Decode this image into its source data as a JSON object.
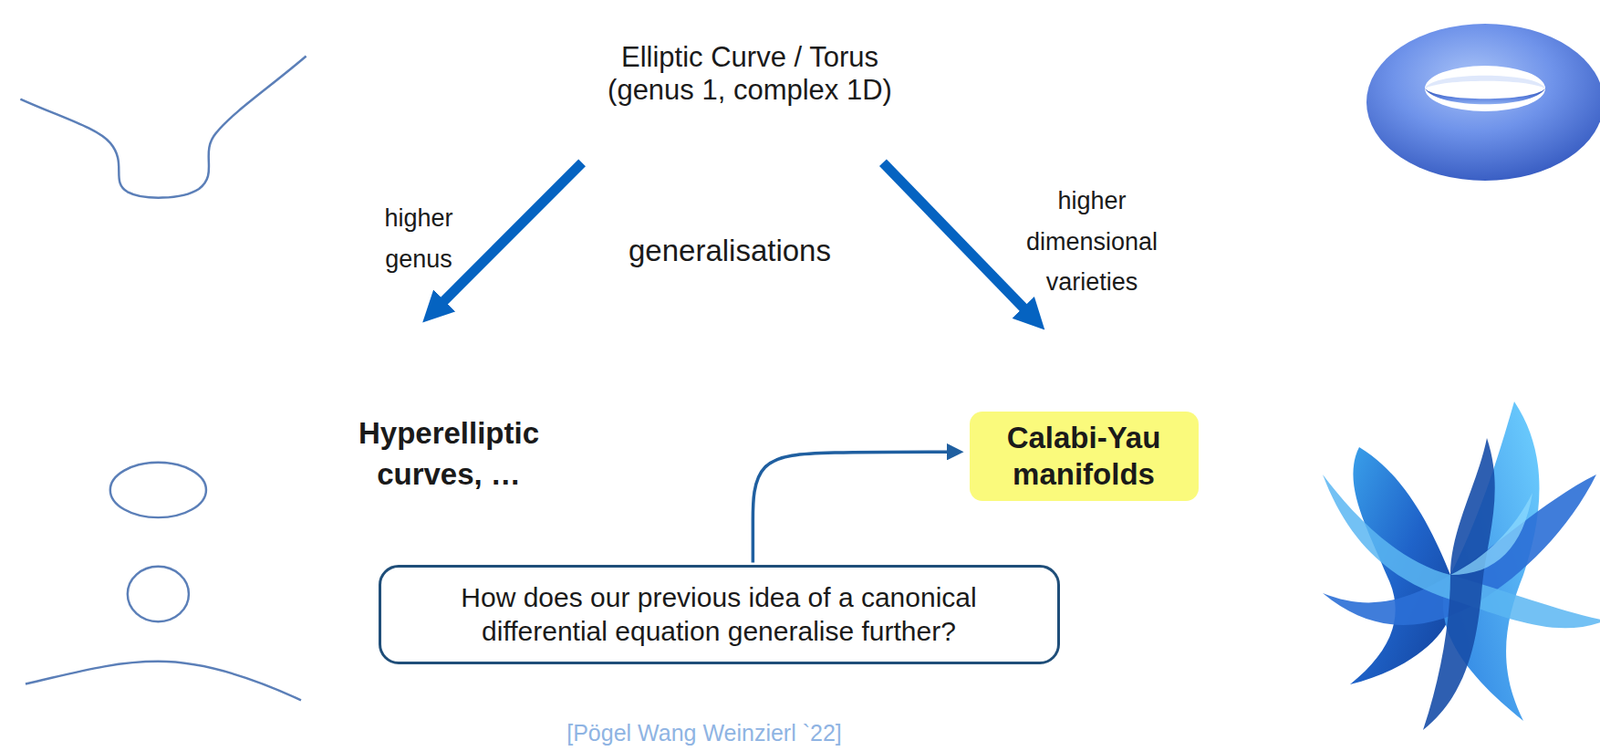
{
  "diagram": {
    "nodes": [
      {
        "text": [
          "Elliptic Curve / Torus",
          "(genus 1, complex 1D)"
        ]
      },
      {
        "text": [
          "Hyperelliptic curves, …"
        ]
      },
      {
        "text": [
          "Calabi-Yau manifolds"
        ]
      },
      {
        "text": [
          "How does our previous idea of a canonical differential equation generalise further?"
        ]
      }
    ],
    "edges": [
      {
        "from": 0,
        "to": 1,
        "arrow": "to",
        "label": "higher genus"
      },
      {
        "from": 0,
        "to": 2,
        "arrow": "to",
        "label": "higher dimensional varieties"
      },
      {
        "from": 3,
        "to": 2,
        "arrow": "to"
      }
    ],
    "labels": [
      "generalisations",
      "[Pögel Wang Weinzierl `22]"
    ]
  }
}
